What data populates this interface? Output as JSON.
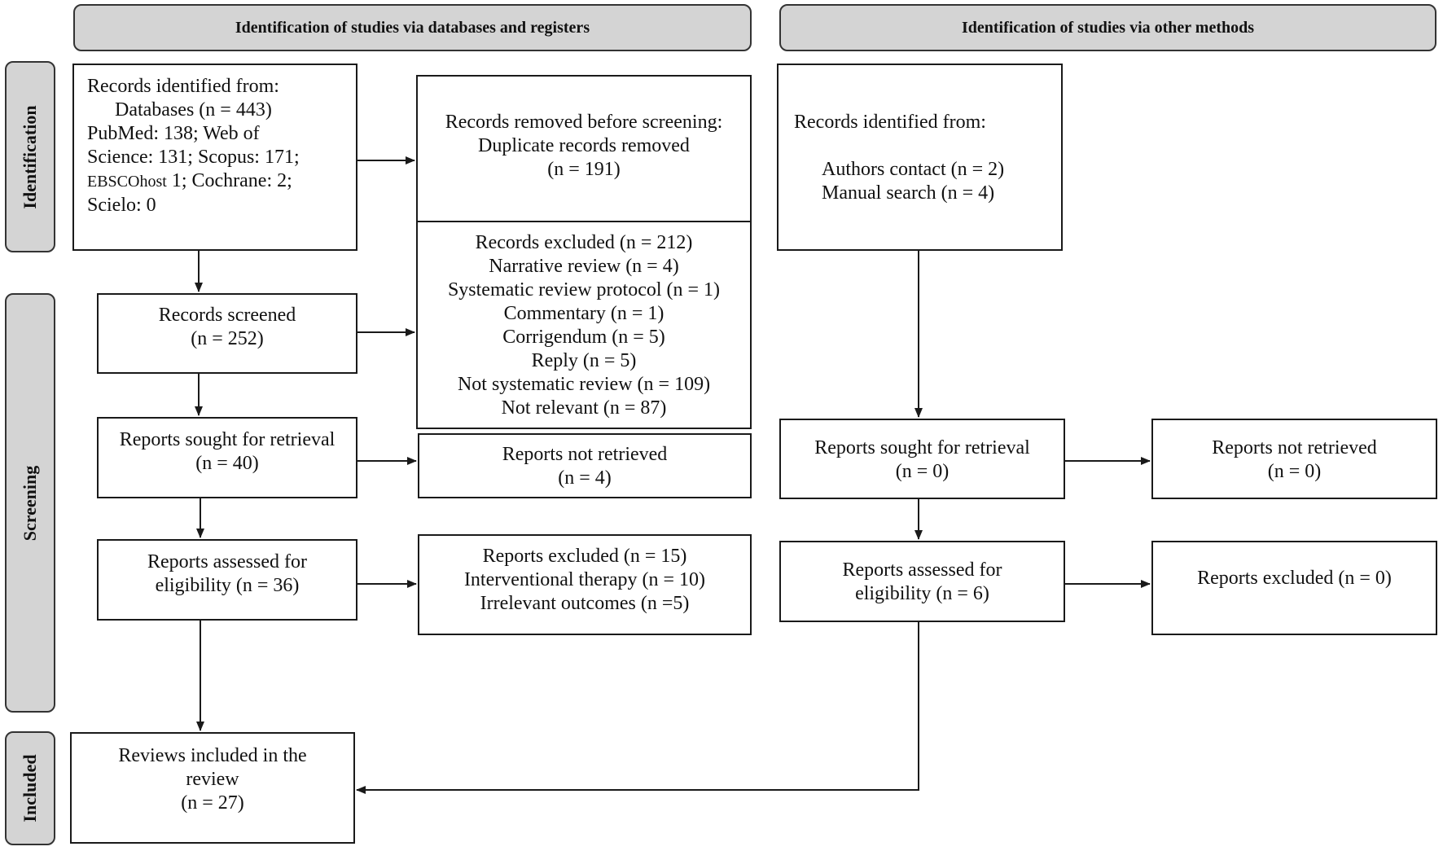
{
  "headers": {
    "left": "Identification of studies via databases and registers",
    "right": "Identification of studies via other methods"
  },
  "phases": {
    "identification": "Identification",
    "screening": "Screening",
    "included": "Included"
  },
  "db": {
    "identified": {
      "l1": "Records identified from:",
      "l2": "Databases (n = 443)",
      "l3": "PubMed: 138; Web of",
      "l4": "Science: 131; Scopus: 171;",
      "l5a": "EBSCOhost",
      "l5b": " 1; Cochrane: 2;",
      "l6": "Scielo: 0"
    },
    "removed": {
      "l1": "Records removed before screening:",
      "l2": "Duplicate records removed",
      "l3": "(n = 191)"
    },
    "screened": {
      "l1": "Records screened",
      "l2": "(n = 252)"
    },
    "excluded": [
      "Records excluded (n = 212)",
      "Narrative review (n = 4)",
      "Systematic review protocol (n = 1)",
      "Commentary (n = 1)",
      "Corrigendum (n = 5)",
      "Reply (n = 5)",
      "Not systematic review (n = 109)",
      "Not relevant (n = 87)"
    ],
    "sought": {
      "l1": "Reports sought for retrieval",
      "l2": "(n = 40)"
    },
    "not_retrieved": {
      "l1": "Reports not retrieved",
      "l2": "(n = 4)"
    },
    "assessed": {
      "l1": "Reports assessed for",
      "l2": "eligibility (n = 36)"
    },
    "reports_excluded": {
      "l1": "Reports excluded (n = 15)",
      "l2": "Interventional therapy (n = 10)",
      "l3": "Irrelevant outcomes (n =5)"
    },
    "included": {
      "l1": "Reviews included in the",
      "l2": "review",
      "l3": "(n = 27)"
    }
  },
  "other": {
    "identified": {
      "l1": "Records identified from:",
      "l2": "Authors contact (n = 2)",
      "l3": "Manual search (n = 4)"
    },
    "sought": {
      "l1": "Reports sought for retrieval",
      "l2": "(n = 0)"
    },
    "not_retrieved": {
      "l1": "Reports not retrieved",
      "l2": "(n = 0)"
    },
    "assessed": {
      "l1": "Reports assessed for",
      "l2": "eligibility (n = 6)"
    },
    "reports_excluded": {
      "l1": "Reports excluded (n = 0)"
    }
  }
}
